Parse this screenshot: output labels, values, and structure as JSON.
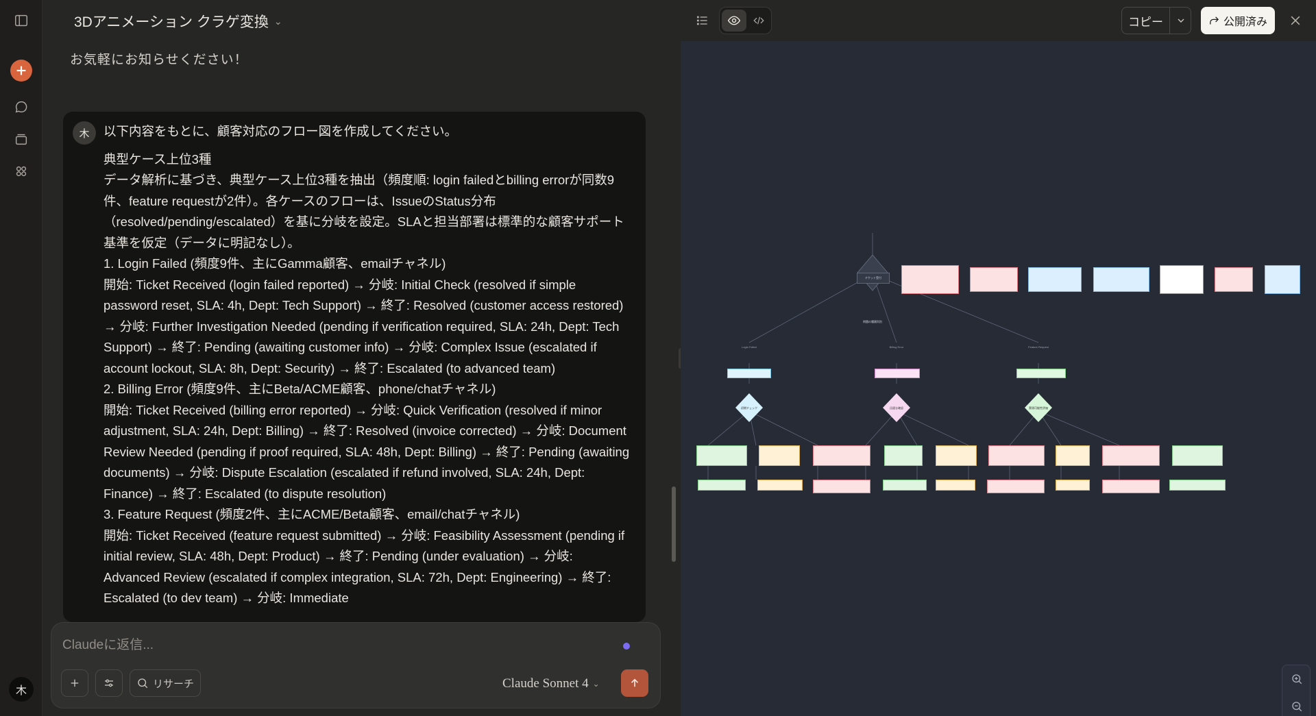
{
  "rail": {
    "icons": [
      "sidebar-toggle-icon",
      "plus-icon",
      "chat-icon",
      "projects-icon",
      "artifacts-icon"
    ],
    "user_initial": "木"
  },
  "chat": {
    "title": "3Dアニメーション クラゲ変換",
    "previous_message": "お気軽にお知らせください！",
    "user_initial": "木",
    "user_message": {
      "intro": "以下内容をもとに、顧客対応のフロー図を作成してください。",
      "lines": [
        "典型ケース上位3種",
        "データ解析に基づき、典型ケース上位3種を抽出（頻度順: login failedとbilling errorが同数9件、feature requestが2件）。各ケースのフローは、IssueのStatus分布（resolved/pending/escalated）を基に分岐を設定。SLAと担当部署は標準的な顧客サポート基準を仮定（データに明記なし）。",
        "1. Login Failed (頻度9件、主にGamma顧客、emailチャネル)",
        "開始: Ticket Received (login failed reported) → 分岐: Initial Check (resolved if simple password reset, SLA: 4h, Dept: Tech Support) → 終了: Resolved (customer access restored) → 分岐: Further Investigation Needed (pending if verification required, SLA: 24h, Dept: Tech Support) → 終了: Pending (awaiting customer info) → 分岐: Complex Issue (escalated if account lockout, SLA: 8h, Dept: Security) → 終了: Escalated (to advanced team)",
        "2. Billing Error (頻度9件、主にBeta/ACME顧客、phone/chatチャネル)",
        "開始: Ticket Received (billing error reported) → 分岐: Quick Verification (resolved if minor adjustment, SLA: 24h, Dept: Billing) → 終了: Resolved (invoice corrected) → 分岐: Document Review Needed (pending if proof required, SLA: 48h, Dept: Billing) → 終了: Pending (awaiting documents) → 分岐: Dispute Escalation (escalated if refund involved, SLA: 24h, Dept: Finance) → 終了: Escalated (to dispute resolution)",
        "3. Feature Request (頻度2件、主にACME/Beta顧客、email/chatチャネル)",
        "開始: Ticket Received (feature request submitted) → 分岐: Feasibility Assessment (pending if initial review, SLA: 48h, Dept: Product) → 終了: Pending (under evaluation) → 分岐: Advanced Review (escalated if complex integration, SLA: 72h, Dept: Engineering) → 終了: Escalated (to dev team) → 分岐: Immediate"
      ]
    }
  },
  "composer": {
    "placeholder": "Claudeに返信...",
    "research_label": "リサーチ",
    "model_label": "Claude Sonnet 4"
  },
  "artifact": {
    "copy_label": "コピー",
    "publish_label": "公開済み",
    "flowchart": {
      "start_node": "チケット受付",
      "decision_root": "問題の種類判別",
      "branches": [
        {
          "name": "Login Failed",
          "check": "初期チェック"
        },
        {
          "name": "Billing Error",
          "check": "迅速な確認"
        },
        {
          "name": "Feature Request",
          "check": "実現可能性評価"
        }
      ]
    }
  }
}
